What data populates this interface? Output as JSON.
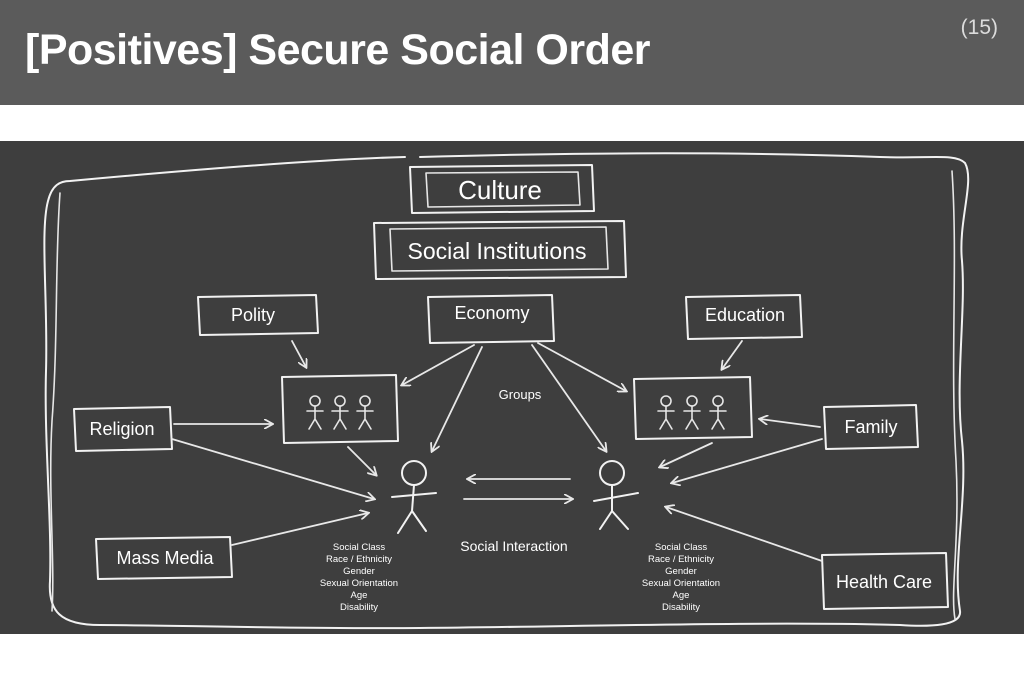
{
  "slide": {
    "title": "[Positives] Secure Social Order",
    "page_number": "(15)"
  },
  "diagram": {
    "culture": "Culture",
    "social_institutions": "Social Institutions",
    "institutions": {
      "polity": "Polity",
      "economy": "Economy",
      "education": "Education",
      "religion": "Religion",
      "family": "Family",
      "mass_media": "Mass Media",
      "health_care": "Health Care"
    },
    "groups": "Groups",
    "social_interaction": "Social Interaction",
    "left_attributes": [
      "Social Class",
      "Race / Ethnicity",
      "Gender",
      "Sexual Orientation",
      "Age",
      "Disability"
    ],
    "right_attributes": [
      "Social Class",
      "Race / Ethnicity",
      "Gender",
      "Sexual Orientation",
      "Age",
      "Disability"
    ]
  },
  "colors": {
    "header_bg": "#5b5b5b",
    "board_bg": "#3e3e3e",
    "chalk": "#f2f2f2"
  }
}
